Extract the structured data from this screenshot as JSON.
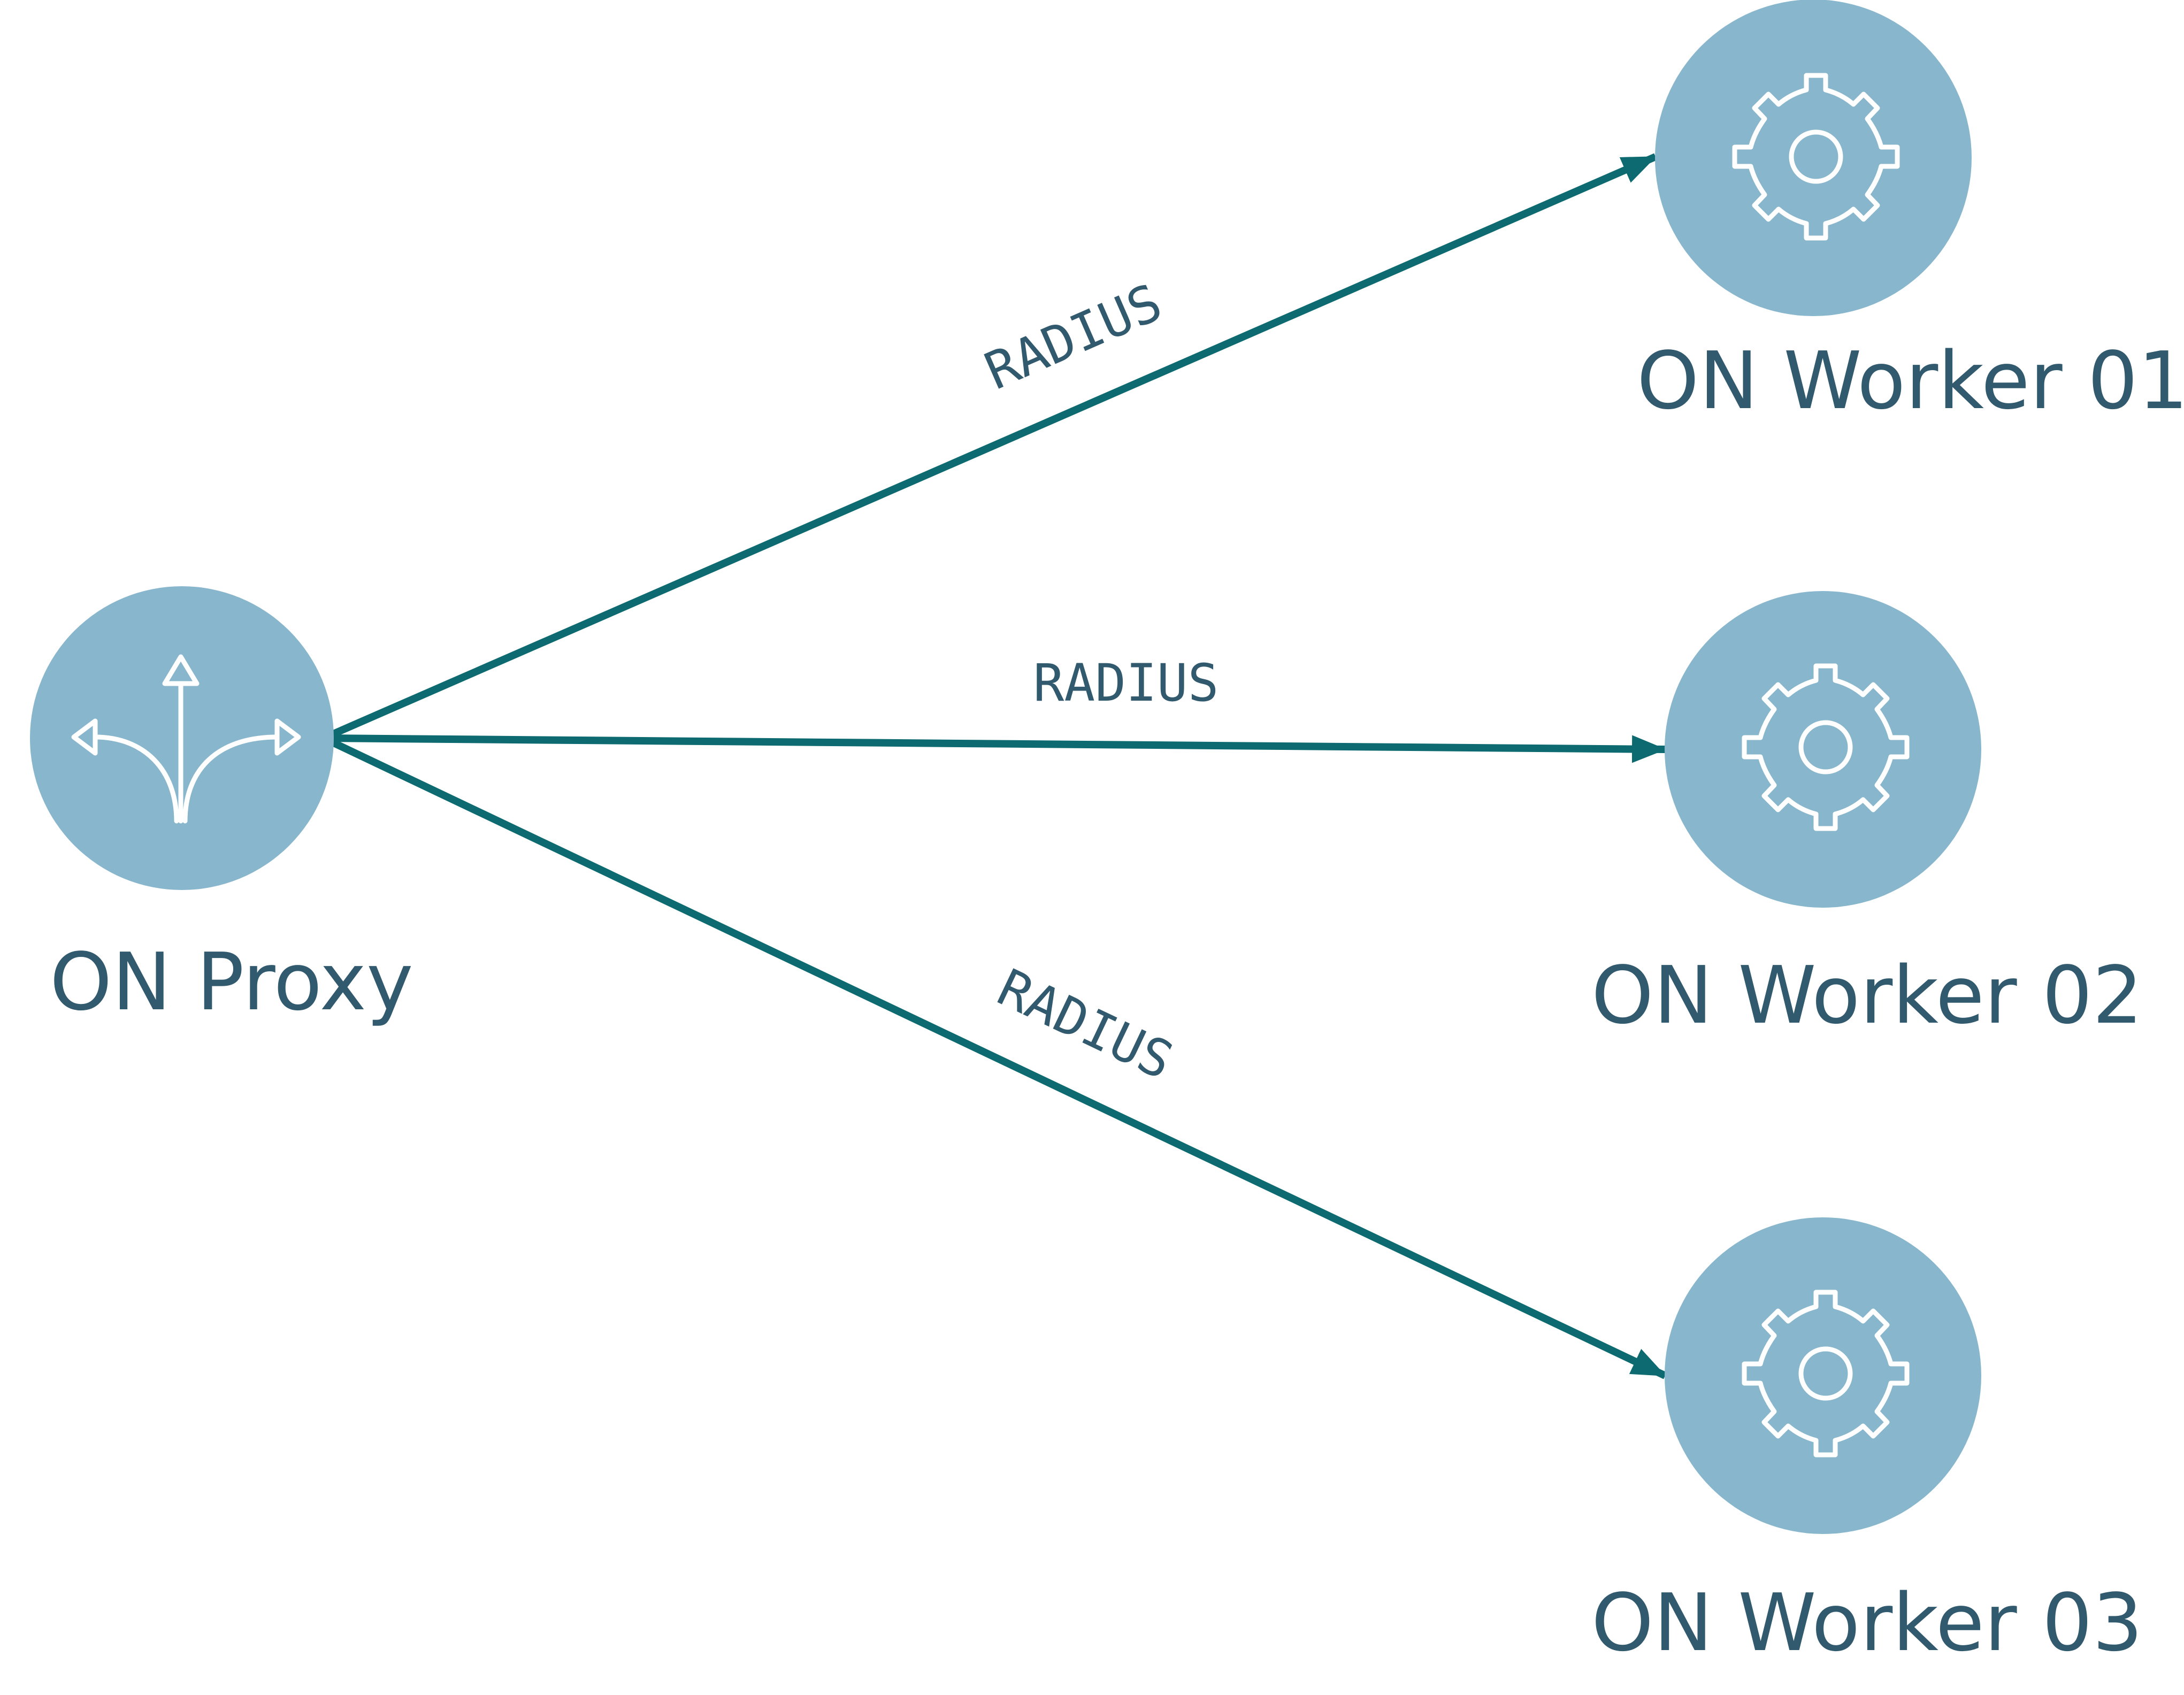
{
  "diagram": {
    "nodes": [
      {
        "id": "proxy",
        "label": "ON Proxy",
        "icon": "fork-arrows-icon"
      },
      {
        "id": "worker1",
        "label": "ON Worker 01",
        "icon": "gear-icon"
      },
      {
        "id": "worker2",
        "label": "ON Worker 02",
        "icon": "gear-icon"
      },
      {
        "id": "worker3",
        "label": "ON Worker 03",
        "icon": "gear-icon"
      }
    ],
    "edges": [
      {
        "from": "proxy",
        "to": "worker1",
        "label": "RADIUS"
      },
      {
        "from": "proxy",
        "to": "worker2",
        "label": "RADIUS"
      },
      {
        "from": "proxy",
        "to": "worker3",
        "label": "RADIUS"
      }
    ],
    "colors": {
      "node_fill": "#88b7cd",
      "edge": "#0d6a70",
      "text": "#325a6e",
      "icon": "#ffffff"
    }
  }
}
